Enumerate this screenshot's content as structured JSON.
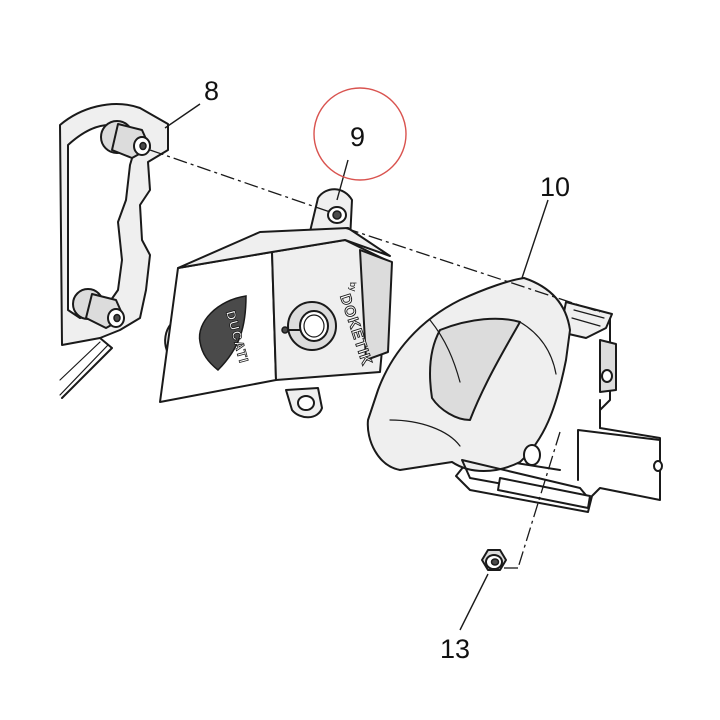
{
  "callouts": {
    "part_8": "8",
    "part_9": "9",
    "part_10": "10",
    "part_13": "13"
  },
  "module_markings": {
    "brand_logo": "DUCATI",
    "maker_prefix": "by",
    "maker_logo": "DOKETIK"
  },
  "highlight": {
    "part": "9",
    "color": "#d9534f"
  },
  "colors": {
    "line": "#1a1a1a",
    "shade": "#dcdcdc",
    "background": "#ffffff"
  }
}
